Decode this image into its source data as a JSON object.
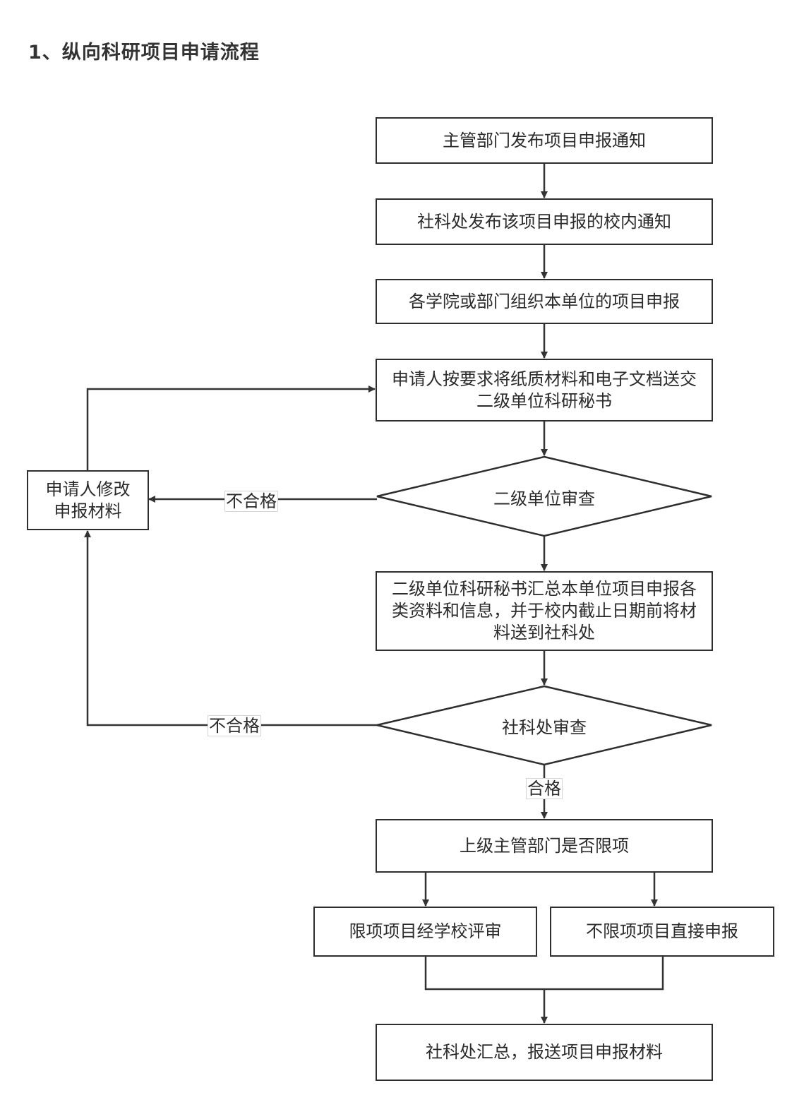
{
  "title": "1、纵向科研项目申请流程",
  "nodes": {
    "n1": "主管部门发布项目申报通知",
    "n2": "社科处发布该项目申报的校内通知",
    "n3": "各学院或部门组织本单位的项目申报",
    "n4": "申请人按要求将纸质材料和电子文档送交二级单位科研秘书",
    "d1": "二级单位审查",
    "n5": "二级单位科研秘书汇总本单位项目申报各类资料和信息，并于校内截止日期前将材料送到社科处",
    "d2": "社科处审查",
    "n6": "上级主管部门是否限项",
    "n7": "限项项目经学校评审",
    "n8": "不限项项目直接申报",
    "n9": "社科处汇总，报送项目申报材料",
    "revise": "申请人修改申报材料"
  },
  "edge_labels": {
    "d1_fail": "不合格",
    "d2_fail": "不合格",
    "d2_pass": "合格"
  },
  "colors": {
    "line": "#333333",
    "border": "#2e2e2e",
    "text": "#2b2b2b"
  }
}
